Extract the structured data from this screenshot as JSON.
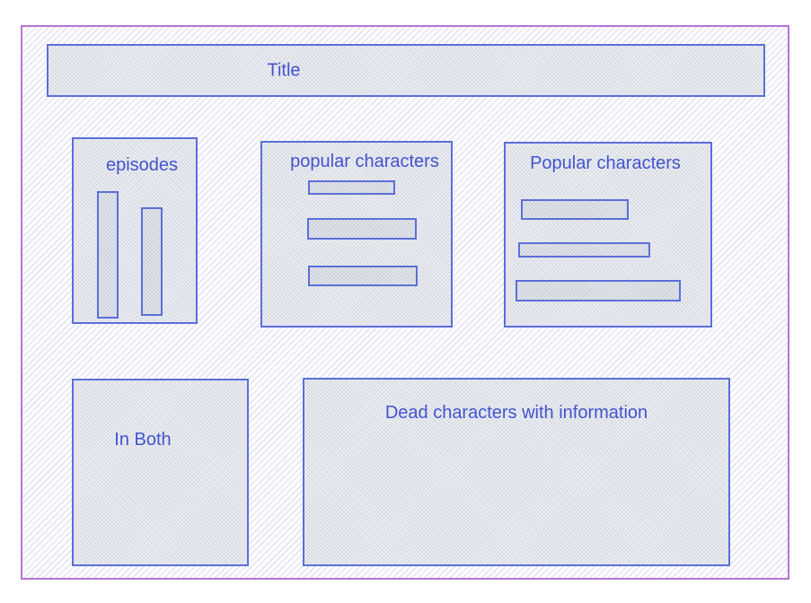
{
  "colors": {
    "frame_border": "#b476d4",
    "box_border": "#5c6fd9",
    "label_text": "#4254d0",
    "box_fill": "#edeff3",
    "bg_stripe": "#e6e6f1"
  },
  "title": {
    "label": "Title"
  },
  "boxes": {
    "episodes": {
      "label": "episodes",
      "bar_count": 2
    },
    "popular_lower": {
      "label": "popular characters",
      "bar_count": 3
    },
    "popular_upper": {
      "label": "Popular characters",
      "bar_count": 3
    },
    "in_both": {
      "label": "In Both"
    },
    "dead": {
      "label": "Dead characters with information"
    }
  }
}
